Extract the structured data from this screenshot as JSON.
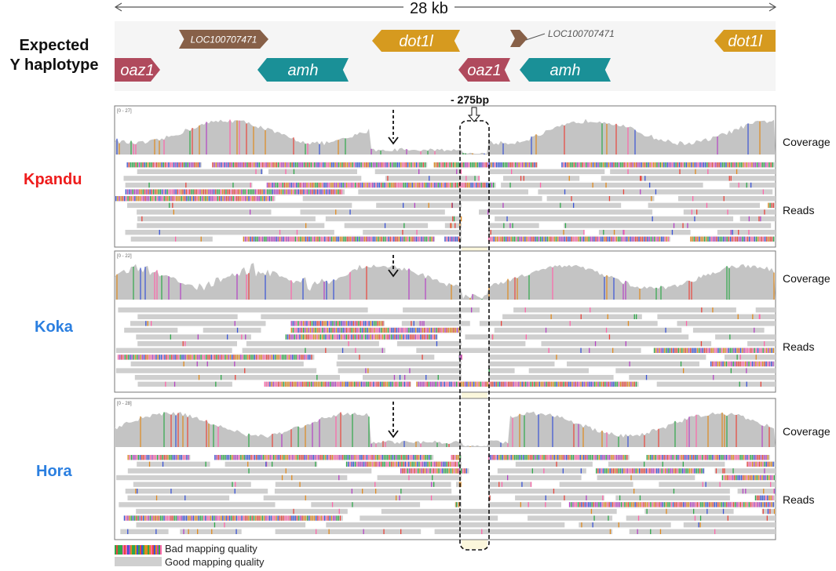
{
  "header": {
    "scale_label": "28 kb",
    "haplotype_label_line1": "Expected",
    "haplotype_label_line2": "Y haplotype"
  },
  "genes": [
    {
      "label": "oaz1",
      "color": "#b04a5d",
      "strand": "forward"
    },
    {
      "label": "LOC100707471",
      "color": "#876048",
      "strand": "forward"
    },
    {
      "label": "amh",
      "color": "#1a9097",
      "strand": "reverse"
    },
    {
      "label": "dot1l",
      "color": "#d69a1f",
      "strand": "reverse"
    },
    {
      "label": "oaz1",
      "color": "#b04a5d",
      "strand": "reverse"
    },
    {
      "label": "LOC100707471",
      "color": "#876048",
      "strand": "forward"
    },
    {
      "label": "amh",
      "color": "#1a9097",
      "strand": "reverse"
    },
    {
      "label": "dot1l",
      "color": "#d69a1f",
      "strand": "reverse"
    }
  ],
  "deletion": {
    "label": "- 275bp"
  },
  "panels": [
    {
      "sample": "Kpandu",
      "sample_color": "#ee1c1c",
      "range": "[0 - 27]",
      "coverage_label": "Coverage",
      "reads_label": "Reads"
    },
    {
      "sample": "Koka",
      "sample_color": "#2b7fe0",
      "range": "[0 - 22]",
      "coverage_label": "Coverage",
      "reads_label": "Reads"
    },
    {
      "sample": "Hora",
      "sample_color": "#2b7fe0",
      "range": "[0 - 28]",
      "coverage_label": "Coverage",
      "reads_label": "Reads"
    }
  ],
  "legend": {
    "bad_label": "Bad mapping quality",
    "good_label": "Good mapping quality"
  },
  "colors": {
    "coverage_gray": "#c4c4c4",
    "read_gray": "#cfcfcf",
    "highlight": "#fbf7dc",
    "mismatch": [
      "#e8453c",
      "#3a54d6",
      "#2fa84a",
      "#e08a1e",
      "#b544c4",
      "#ff66aa"
    ]
  }
}
